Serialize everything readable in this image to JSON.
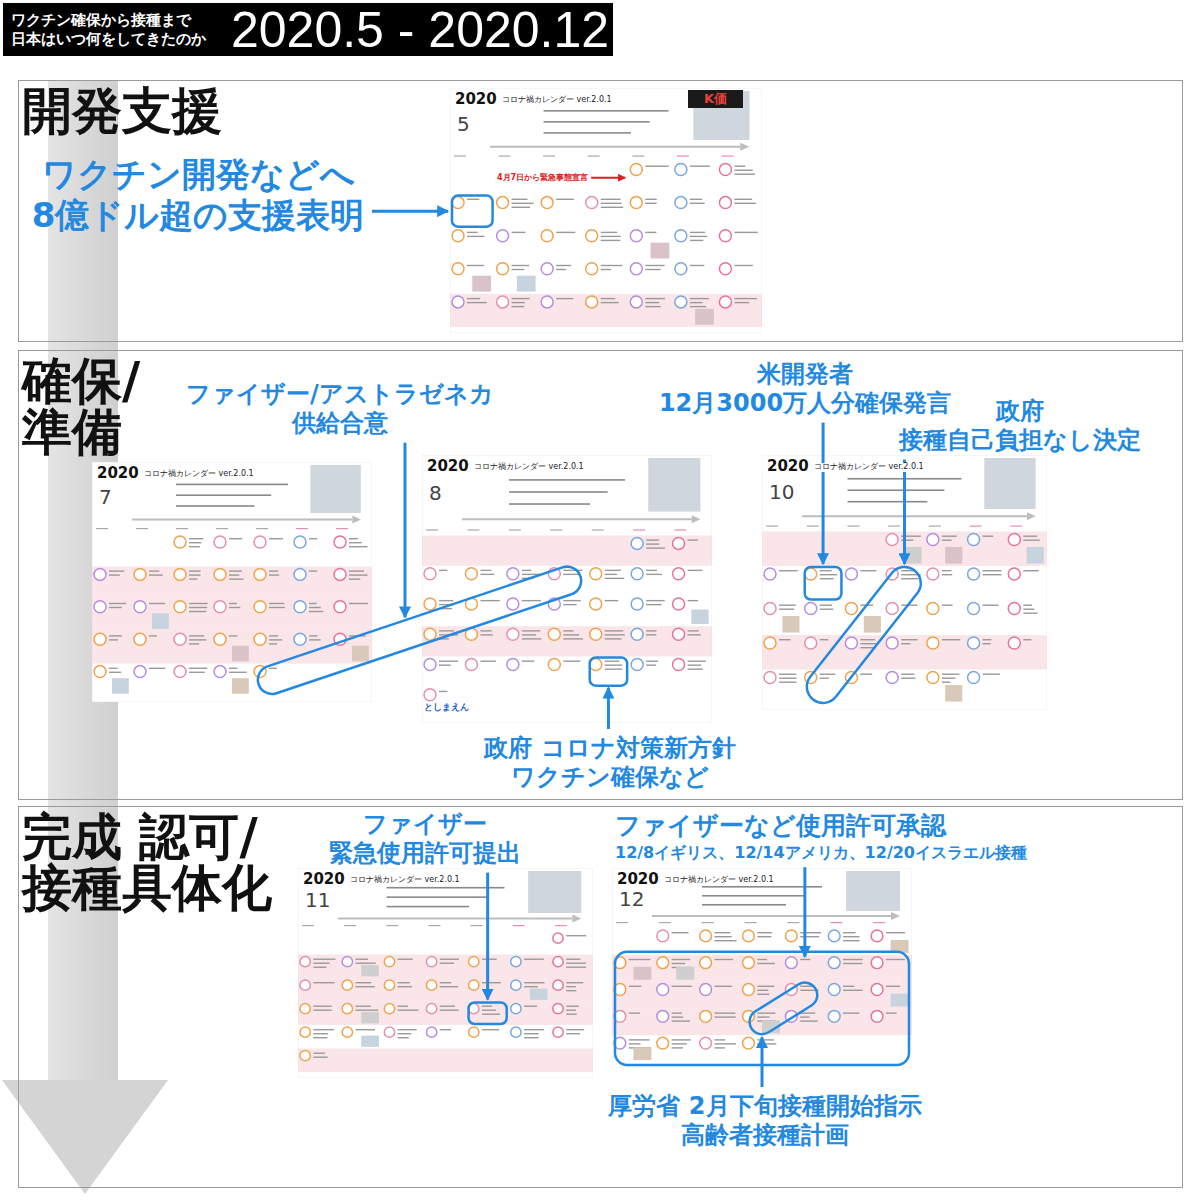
{
  "diagram": {
    "nodes": [
      {
        "text": [
          "ワクチン確保から接種まで 日本はいつ何をしてきたのか",
          "2020.5 - 2020.12"
        ]
      },
      {
        "text": [
          "開発支援"
        ]
      },
      {
        "text": [
          "2020",
          "コロナ禍カレンダー ver.2.0.1",
          "5"
        ],
        "in": 1
      },
      {
        "text": [
          "確保/ 準備"
        ]
      },
      {
        "text": [
          "2020",
          "コロナ禍カレンダー ver.2.0.1",
          "7"
        ],
        "in": 3
      },
      {
        "text": [
          "2020",
          "コロナ禍カレンダー ver.2.0.1",
          "8"
        ],
        "in": 3
      },
      {
        "text": [
          "2020",
          "コロナ禍カレンダー ver.2.0.1",
          "10"
        ],
        "in": 3
      },
      {
        "text": [
          "完成 認可/ 接種具体化"
        ]
      },
      {
        "text": [
          "2020",
          "コロナ禍カレンダー ver.2.0.1",
          "11"
        ],
        "in": 7
      },
      {
        "text": [
          "2020",
          "コロナ禍カレンダー ver.2.0.1",
          "12"
        ],
        "in": 7
      }
    ],
    "labels": [
      "ワクチン開発などへ 8億ドル超の支援表明",
      "ファイザー/アストラゼネカ 供給合意",
      "米開発者 12月3000万人分確保発言",
      "政府 接種自己負担なし決定",
      "政府 コロナ対策新方針 ワクチン確保など",
      "ファイザー 緊急使用許可提出",
      "ファイザーなど使用許可承認",
      "12/8イギリス、12/14アメリカ、12/20イスラエル接種",
      "厚労省 2月下旬接種開始指示 高齢者接種計画",
      "K価",
      "4月7日から緊急事態宣言",
      "としまえん"
    ]
  }
}
